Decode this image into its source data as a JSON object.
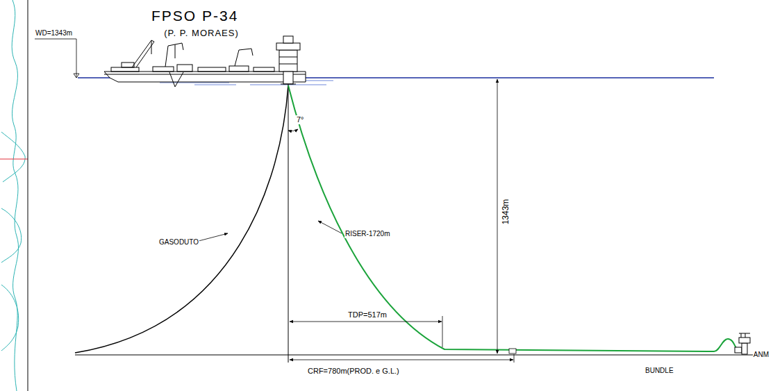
{
  "diagram": {
    "title": "FPSO P-34",
    "labels": [
      "(P. P. MORAES)",
      "WD=1343m",
      "7°",
      "GASODUTO",
      "RISER-1720m",
      "1343m",
      "TDP=517m",
      "CRF=780m(PROD. e G.L.)",
      "BUNDLE",
      "ANM"
    ]
  }
}
